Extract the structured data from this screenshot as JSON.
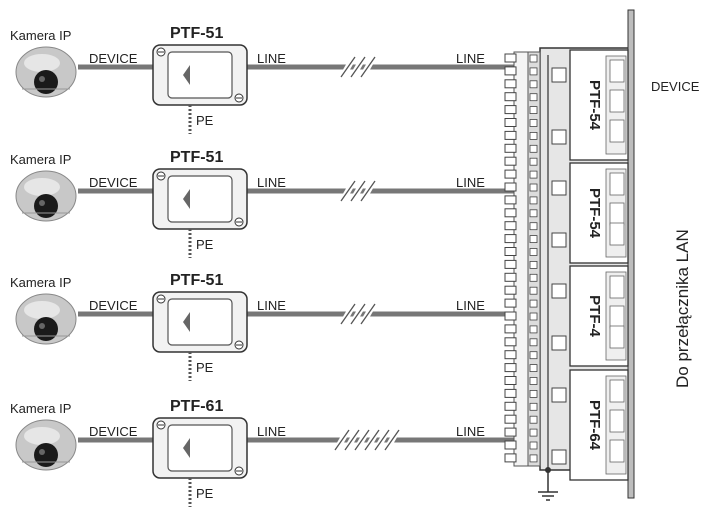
{
  "rows": [
    {
      "camera_label": "Kamera IP",
      "device_label": "DEVICE",
      "protector_model": "PTF-51",
      "line_label": "LINE",
      "pe_label": "PE",
      "panel_line_label": "LINE"
    },
    {
      "camera_label": "Kamera IP",
      "device_label": "DEVICE",
      "protector_model": "PTF-51",
      "line_label": "LINE",
      "pe_label": "PE",
      "panel_line_label": "LINE"
    },
    {
      "camera_label": "Kamera IP",
      "device_label": "DEVICE",
      "protector_model": "PTF-51",
      "line_label": "LINE",
      "pe_label": "PE",
      "panel_line_label": "LINE"
    },
    {
      "camera_label": "Kamera IP",
      "device_label": "DEVICE",
      "protector_model": "PTF-61",
      "line_label": "LINE",
      "pe_label": "PE",
      "panel_line_label": "LINE"
    }
  ],
  "panel_modules": [
    "PTF-54",
    "PTF-54",
    "PTF-4",
    "PTF-64"
  ],
  "panel_device_label": "DEVICE",
  "lan_label": "Do przełącznika LAN",
  "colors": {
    "cable": "#777777",
    "outline": "#333333",
    "fill": "#f2f2f2",
    "dome": "#c8c8c8"
  }
}
